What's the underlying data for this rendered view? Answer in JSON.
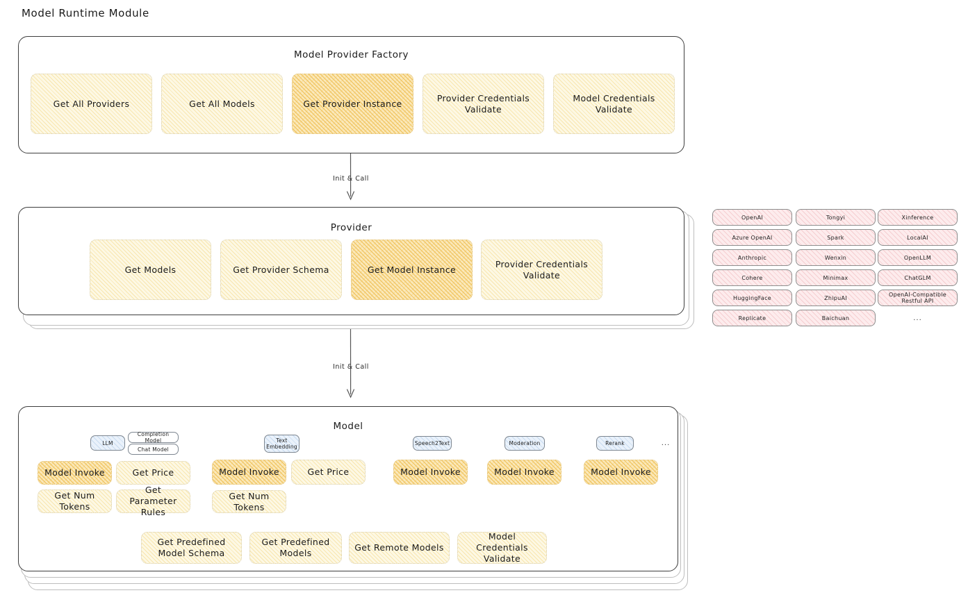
{
  "diagram": {
    "title": "Model Runtime Module"
  },
  "factory": {
    "title": "Model Provider Factory",
    "items": [
      {
        "label": "Get All Providers",
        "emphasis": false
      },
      {
        "label": "Get All Models",
        "emphasis": false
      },
      {
        "label": "Get Provider Instance",
        "emphasis": true
      },
      {
        "label": "Provider Credentials Validate",
        "emphasis": false
      },
      {
        "label": "Model Credentials Validate",
        "emphasis": false
      }
    ]
  },
  "arrow_factory_to_provider": {
    "label": "Init & Call"
  },
  "provider": {
    "title": "Provider",
    "items": [
      {
        "label": "Get Models",
        "emphasis": false
      },
      {
        "label": "Get Provider Schema",
        "emphasis": false
      },
      {
        "label": "Get Model Instance",
        "emphasis": true
      },
      {
        "label": "Provider Credentials Validate",
        "emphasis": false
      }
    ]
  },
  "provider_list": {
    "columns": [
      [
        "OpenAI",
        "Azure OpenAI",
        "Anthropic",
        "Cohere",
        "HuggingFace",
        "Replicate"
      ],
      [
        "Tongyi",
        "Spark",
        "Wenxin",
        "Minimax",
        "ZhipuAI",
        "Baichuan"
      ],
      [
        "Xinference",
        "LocalAI",
        "OpenLLM",
        "ChatGLM",
        "OpenAI-Compatible Restful API"
      ]
    ],
    "ellipsis": "..."
  },
  "arrow_provider_to_model": {
    "label": "Init & Call"
  },
  "model": {
    "title": "Model",
    "ellipsis": "...",
    "types": [
      {
        "label": "LLM",
        "subtypes": [
          "Completion Model",
          "Chat Model"
        ]
      },
      {
        "label": "Text Embedding",
        "subtypes": []
      },
      {
        "label": "Speech2Text",
        "subtypes": []
      },
      {
        "label": "Moderation",
        "subtypes": []
      },
      {
        "label": "Rerank",
        "subtypes": []
      }
    ],
    "groups": [
      {
        "items": [
          {
            "label": "Model Invoke",
            "emphasis": true
          },
          {
            "label": "Get Price",
            "emphasis": false
          },
          {
            "label": "Get Num Tokens",
            "emphasis": false
          },
          {
            "label": "Get Parameter Rules",
            "emphasis": false
          }
        ]
      },
      {
        "items": [
          {
            "label": "Model Invoke",
            "emphasis": true
          },
          {
            "label": "Get Price",
            "emphasis": false
          },
          {
            "label": "Get Num Tokens",
            "emphasis": false
          }
        ]
      },
      {
        "items": [
          {
            "label": "Model Invoke",
            "emphasis": true
          }
        ]
      },
      {
        "items": [
          {
            "label": "Model Invoke",
            "emphasis": true
          }
        ]
      },
      {
        "items": [
          {
            "label": "Model Invoke",
            "emphasis": true
          }
        ]
      }
    ],
    "shared": [
      {
        "label": "Get Predefined Model Schema",
        "emphasis": false
      },
      {
        "label": "Get Predefined Models",
        "emphasis": false
      },
      {
        "label": "Get Remote Models",
        "emphasis": false
      },
      {
        "label": "Model Credentials Validate",
        "emphasis": false
      }
    ]
  },
  "colors": {
    "panel_border": "#3d3d3d",
    "panel_stack_border": "#bdbdbd",
    "box_light_fill": "#fdf8e4",
    "box_light_border": "#d9cfae",
    "box_deep_fill": "#fbe9bb",
    "box_deep_border": "#e2c583",
    "chip_fill": "#fdeced",
    "chip_border": "#8d8d8d",
    "badge_fill": "#eaf2fb",
    "badge_border": "#7d8690",
    "text": "#1a1a1a",
    "background": "#ffffff"
  }
}
